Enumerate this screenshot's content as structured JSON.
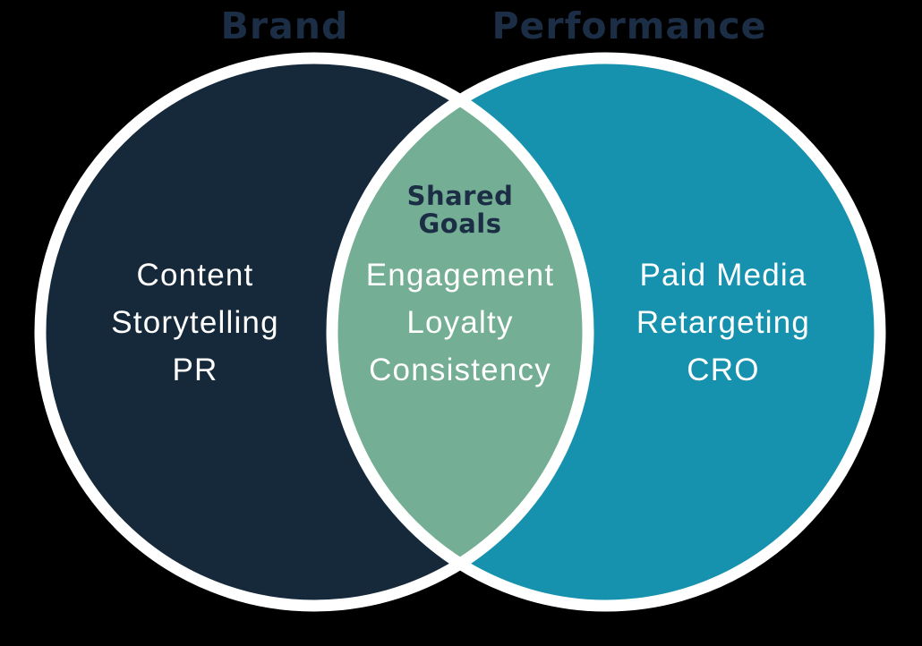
{
  "venn": {
    "left_circle": {
      "title": "Brand",
      "items": [
        "Content",
        "Storytelling",
        "PR"
      ]
    },
    "right_circle": {
      "title": "Performance",
      "items": [
        "Paid Media",
        "Retargeting",
        "CRO"
      ]
    },
    "overlap": {
      "heading_lines": [
        "Shared",
        "Goals"
      ],
      "items": [
        "Engagement",
        "Loyalty",
        "Consistency"
      ]
    }
  },
  "colors": {
    "background": "#000000",
    "circle_navy": "#16293B",
    "circle_teal": "#1792AE",
    "overlap_sage": "#74AE94",
    "heading_navy": "#1C2E45",
    "outline_white": "#FFFFFF",
    "text_white": "#FFFFFF"
  }
}
